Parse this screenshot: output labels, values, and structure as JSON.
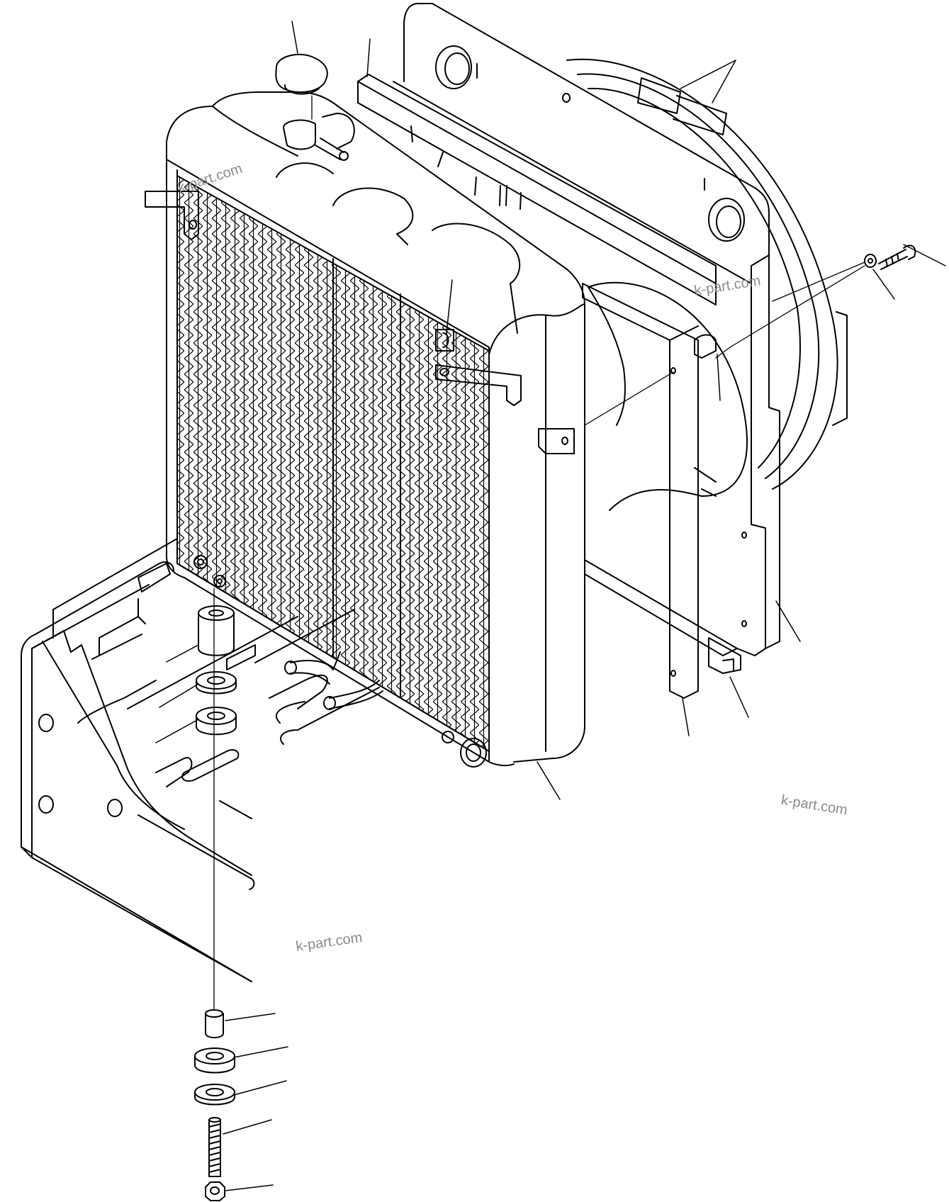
{
  "diagram": {
    "kind": "exploded parts view",
    "colors": {
      "line": "#000000",
      "background": "#ffffff",
      "watermark": "#8a8a8a"
    },
    "watermarks": [
      "k-part.com",
      "k-part.com",
      "k-part.com",
      "k-part.com"
    ]
  }
}
